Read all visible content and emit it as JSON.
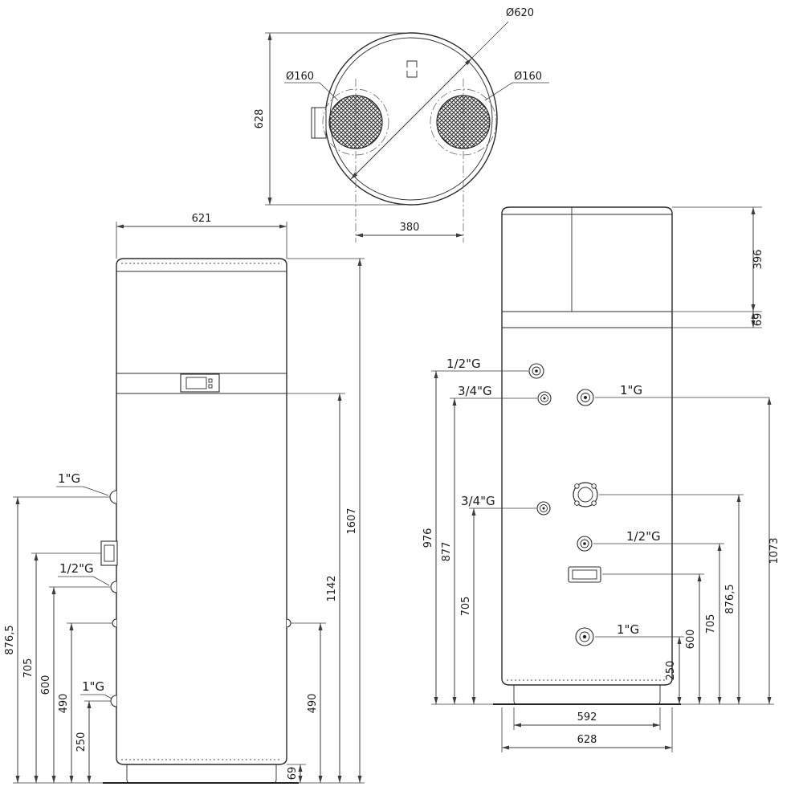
{
  "views": {
    "top": {
      "labels": {
        "outer_dia": "Ø620",
        "duct_left_dia": "Ø160",
        "duct_right_dia": "Ø160",
        "depth": "628",
        "duct_spacing": "380"
      }
    },
    "front": {
      "labels": {
        "width": "621",
        "total_height": "1607",
        "evap_height": "1142",
        "right_conn_height": "490",
        "base_height": "69",
        "left_dims": [
          "876,5",
          "705",
          "600",
          "490",
          "250"
        ],
        "conn_top": "1\"G",
        "conn_mid": "1/2\"G",
        "conn_bottom": "1\"G"
      }
    },
    "rear": {
      "labels": {
        "top_section": "396",
        "band": "69",
        "right_dims": [
          "1073",
          "876,5",
          "705",
          "600",
          "250"
        ],
        "left_dims": [
          "976",
          "877",
          "705"
        ],
        "base_width": "592",
        "width": "628",
        "conn_1": "1/2\"G",
        "conn_2": "3/4\"G",
        "conn_3": "1\"G",
        "conn_4": "3/4\"G",
        "conn_5": "1/2\"G",
        "conn_6": "1\"G"
      }
    }
  }
}
